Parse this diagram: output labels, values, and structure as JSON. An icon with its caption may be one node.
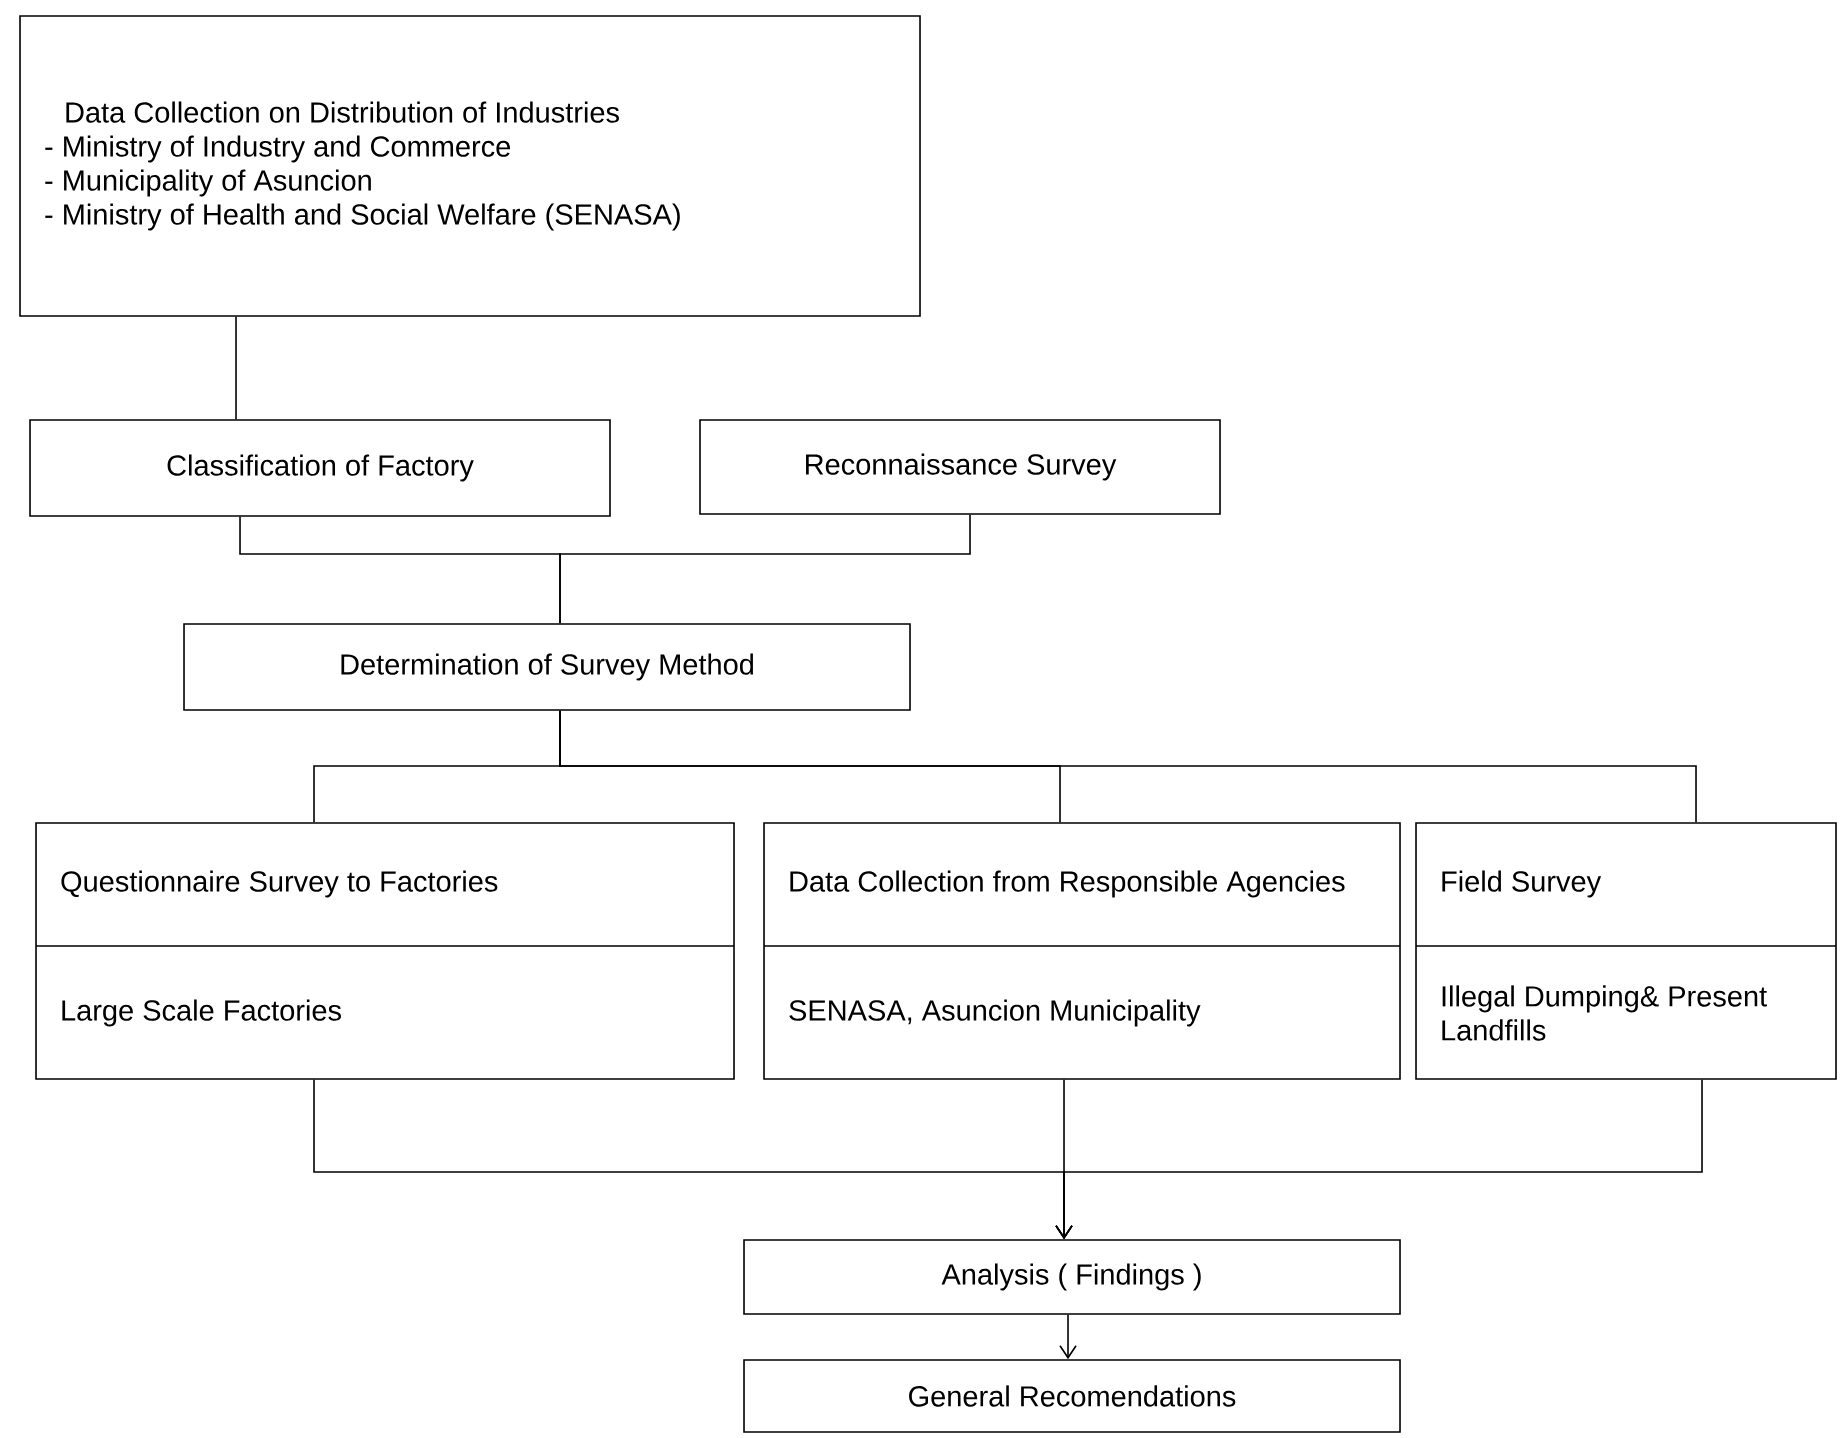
{
  "diagram": {
    "nodes": [
      {
        "text": [
          "Data Collection on Distribution of Industries",
          "- Ministry of Industry and Commerce",
          "- Municipality of Asuncion",
          "- Ministry of Health and Social Welfare (SENASA)"
        ]
      },
      {
        "text": [
          "Classification of Factory"
        ]
      },
      {
        "text": [
          "Reconnaissance Survey"
        ]
      },
      {
        "text": [
          "Determination of Survey Method"
        ]
      },
      {
        "text": [
          "Questionnaire Survey to Factories",
          "Large Scale Factories"
        ]
      },
      {
        "text": [
          "Data Collection from Responsible Agencies",
          "SENASA, Asuncion Municipality"
        ]
      },
      {
        "text": [
          "Field Survey",
          "Illegal Dumping& Present Landfills"
        ]
      },
      {
        "text": [
          "Analysis ( Findings )"
        ]
      },
      {
        "text": [
          "General Recomendations"
        ]
      }
    ],
    "edges": [
      {
        "from": 0,
        "to": 1,
        "arrow": "none"
      },
      {
        "from": 1,
        "to": 3,
        "arrow": "none"
      },
      {
        "from": 2,
        "to": 3,
        "arrow": "none"
      },
      {
        "from": 3,
        "to": 4,
        "arrow": "none"
      },
      {
        "from": 3,
        "to": 5,
        "arrow": "none"
      },
      {
        "from": 3,
        "to": 6,
        "arrow": "none"
      },
      {
        "from": 4,
        "to": 7,
        "arrow": "to"
      },
      {
        "from": 5,
        "to": 7,
        "arrow": "to"
      },
      {
        "from": 6,
        "to": 7,
        "arrow": "to"
      },
      {
        "from": 7,
        "to": 8,
        "arrow": "to"
      }
    ]
  }
}
